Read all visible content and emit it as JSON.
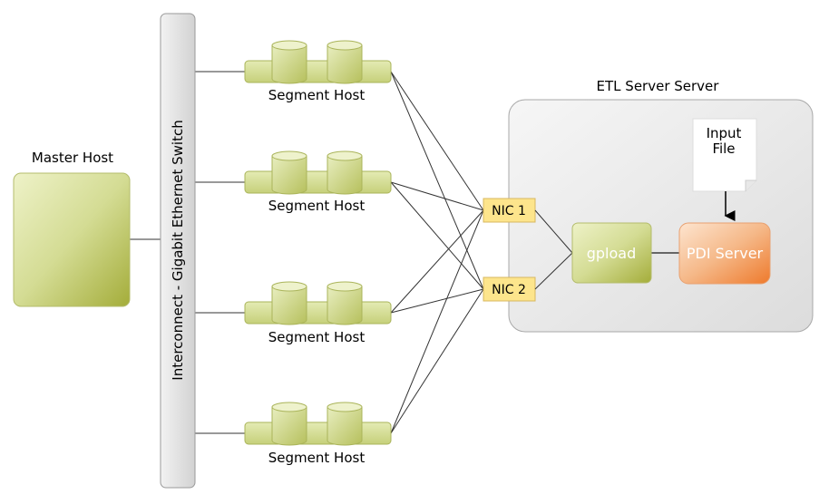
{
  "master_host": {
    "label": "Master Host"
  },
  "switch": {
    "label": "Interconnect - Gigabit Ethernet Switch"
  },
  "segment_hosts": [
    {
      "label": "Segment Host"
    },
    {
      "label": "Segment Host"
    },
    {
      "label": "Segment Host"
    },
    {
      "label": "Segment Host"
    }
  ],
  "nics": [
    {
      "label": "NIC 1"
    },
    {
      "label": "NIC 2"
    }
  ],
  "etl_server": {
    "title": "ETL Server Server"
  },
  "gpload": {
    "label": "gpload"
  },
  "pdi_server": {
    "label": "PDI Server"
  },
  "input_file": {
    "line1": "Input",
    "line2": "File"
  },
  "colors": {
    "green": "#a4b03c",
    "orange": "#ee8236",
    "nic": "#fde58c",
    "etl_bg": "#e6e6e6"
  }
}
